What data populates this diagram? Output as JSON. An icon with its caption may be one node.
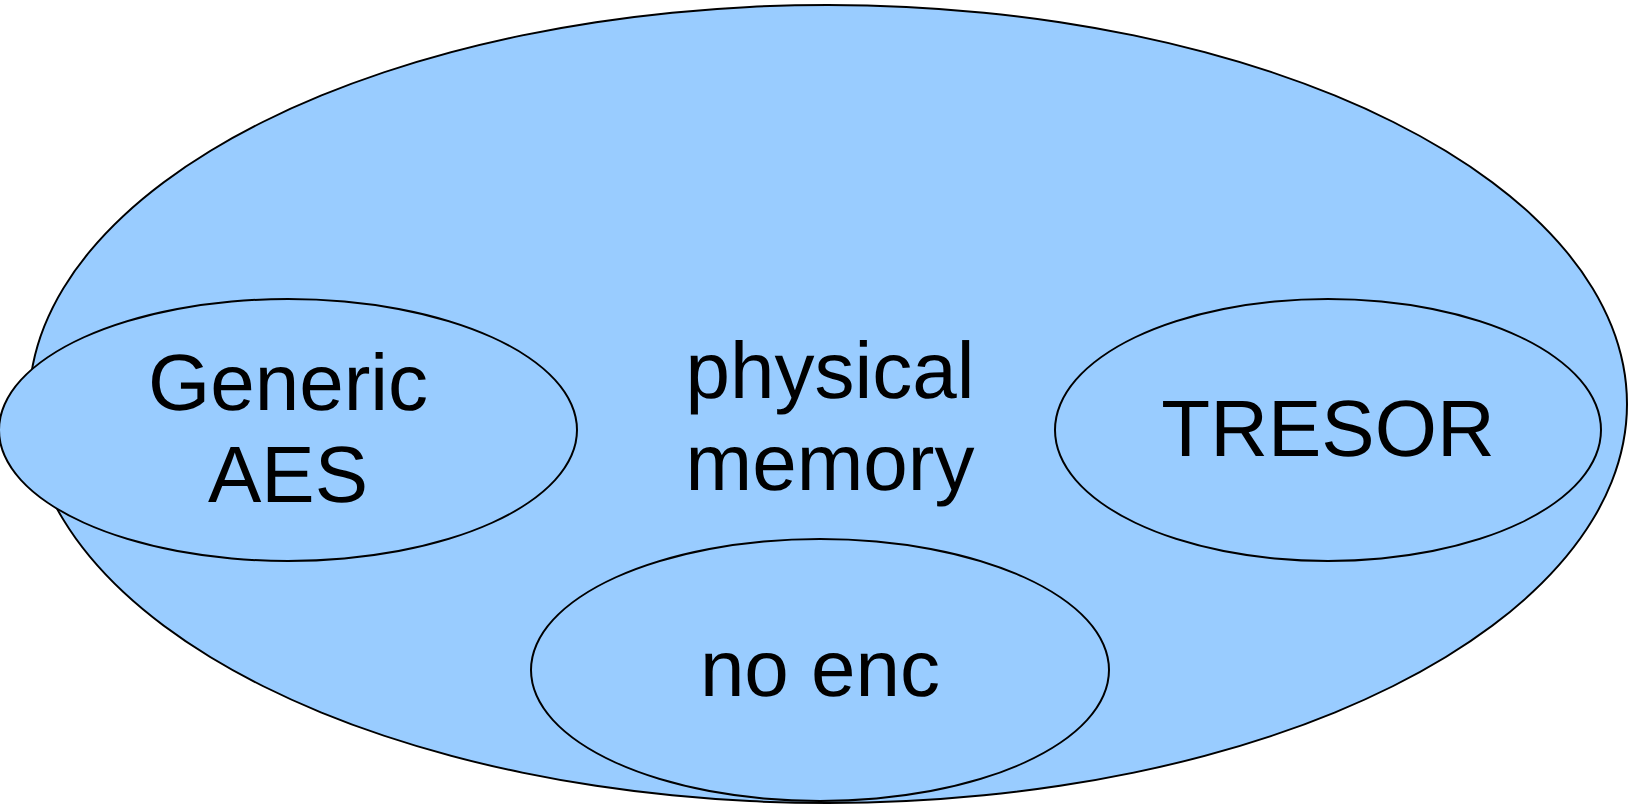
{
  "diagram": {
    "nodes": [
      {
        "text": [
          "physical memory"
        ]
      },
      {
        "text": [
          "Generic AES"
        ],
        "in": 0
      },
      {
        "text": [
          "TRESOR"
        ],
        "in": 0
      },
      {
        "text": [
          "no enc"
        ],
        "in": 0
      }
    ]
  }
}
